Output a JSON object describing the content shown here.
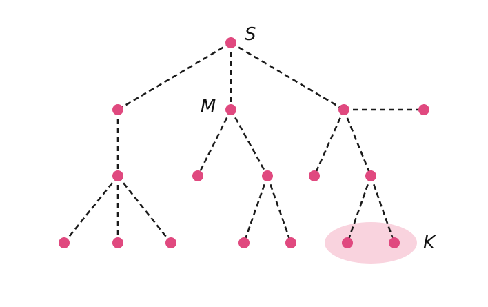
{
  "diagram": {
    "labels": {
      "root": "S",
      "middle": "M",
      "highlight": "K"
    },
    "colors": {
      "node": "#e0497f",
      "edge": "#1a1a1a",
      "highlight": "#f9d3de"
    },
    "edge_style": "dashed",
    "nodes": [
      {
        "id": "S"
      },
      {
        "id": "A"
      },
      {
        "id": "M"
      },
      {
        "id": "R"
      },
      {
        "id": "R2"
      },
      {
        "id": "A1"
      },
      {
        "id": "A1a"
      },
      {
        "id": "A1b"
      },
      {
        "id": "A1c"
      },
      {
        "id": "M1"
      },
      {
        "id": "M2"
      },
      {
        "id": "M2a"
      },
      {
        "id": "M2b"
      },
      {
        "id": "R1"
      },
      {
        "id": "R3"
      },
      {
        "id": "K1"
      },
      {
        "id": "K2"
      }
    ],
    "edges": [
      [
        "S",
        "A"
      ],
      [
        "S",
        "M"
      ],
      [
        "S",
        "R"
      ],
      [
        "R",
        "R2"
      ],
      [
        "A",
        "A1"
      ],
      [
        "A1",
        "A1a"
      ],
      [
        "A1",
        "A1b"
      ],
      [
        "A1",
        "A1c"
      ],
      [
        "M",
        "M1"
      ],
      [
        "M",
        "M2"
      ],
      [
        "M2",
        "M2a"
      ],
      [
        "M2",
        "M2b"
      ],
      [
        "R",
        "R1"
      ],
      [
        "R",
        "R3"
      ],
      [
        "R3",
        "K1"
      ],
      [
        "R3",
        "K2"
      ]
    ],
    "highlight_group": [
      "K1",
      "K2"
    ]
  }
}
